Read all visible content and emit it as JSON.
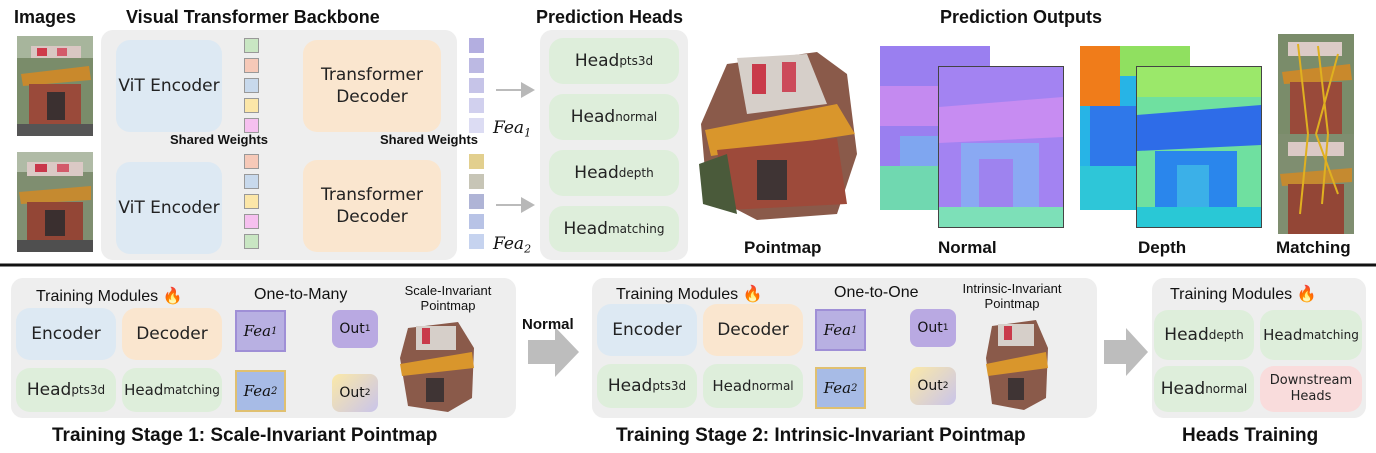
{
  "top": {
    "section_titles": {
      "images": "Images",
      "backbone": "Visual Transformer Backbone",
      "heads": "Prediction Heads",
      "outputs": "Prediction Outputs"
    },
    "encoder_label": "ViT Encoder",
    "decoder_label": "Transformer Decoder",
    "shared_weights": "Shared Weights",
    "fea": {
      "name": "Fea",
      "sub1": "1",
      "sub2": "2"
    },
    "heads": [
      {
        "name": "Head",
        "sub": "pts3d"
      },
      {
        "name": "Head",
        "sub": "normal"
      },
      {
        "name": "Head",
        "sub": "depth"
      },
      {
        "name": "Head",
        "sub": "matching"
      }
    ],
    "output_labels": {
      "pointmap": "Pointmap",
      "normal": "Normal",
      "depth": "Depth",
      "matching": "Matching"
    }
  },
  "bottom": {
    "stage1": {
      "training_modules": "Training Modules",
      "fire_icon": "🔥",
      "mode": "One-to-Many",
      "result": "Scale-Invariant Pointmap",
      "modules": [
        "Encoder",
        "Decoder"
      ],
      "heads": [
        {
          "name": "Head",
          "sub": "pts3d"
        },
        {
          "name": "Head",
          "sub": "matching"
        }
      ],
      "caption": "Training Stage 1: Scale-Invariant Pointmap"
    },
    "transition_label": "Normal",
    "stage2": {
      "training_modules": "Training Modules",
      "fire_icon": "🔥",
      "mode": "One-to-One",
      "result": "Intrinsic-Invariant Pointmap",
      "modules": [
        "Encoder",
        "Decoder"
      ],
      "heads": [
        {
          "name": "Head",
          "sub": "pts3d"
        },
        {
          "name": "Head",
          "sub": "normal"
        }
      ],
      "caption": "Training Stage 2:  Intrinsic-Invariant Pointmap"
    },
    "stage3": {
      "training_modules": "Training Modules",
      "fire_icon": "🔥",
      "heads": [
        {
          "name": "Head",
          "sub": "depth"
        },
        {
          "name": "Head",
          "sub": "matching"
        },
        {
          "name": "Head",
          "sub": "normal"
        }
      ],
      "downstream": "Downstream Heads",
      "caption": "Heads Training"
    },
    "out": {
      "name": "Out",
      "sub1": "1",
      "sub2": "2"
    }
  },
  "colors": {
    "encoder": "#dde9f3",
    "decoder": "#fae6cf",
    "head": "#deeedb",
    "downstream": "#f9dcdc",
    "panel": "#eeeeee",
    "arrow_gray": "#bbbbbb",
    "arrow_red": "#b06060",
    "arrow_blue": "#5a8fb0"
  }
}
